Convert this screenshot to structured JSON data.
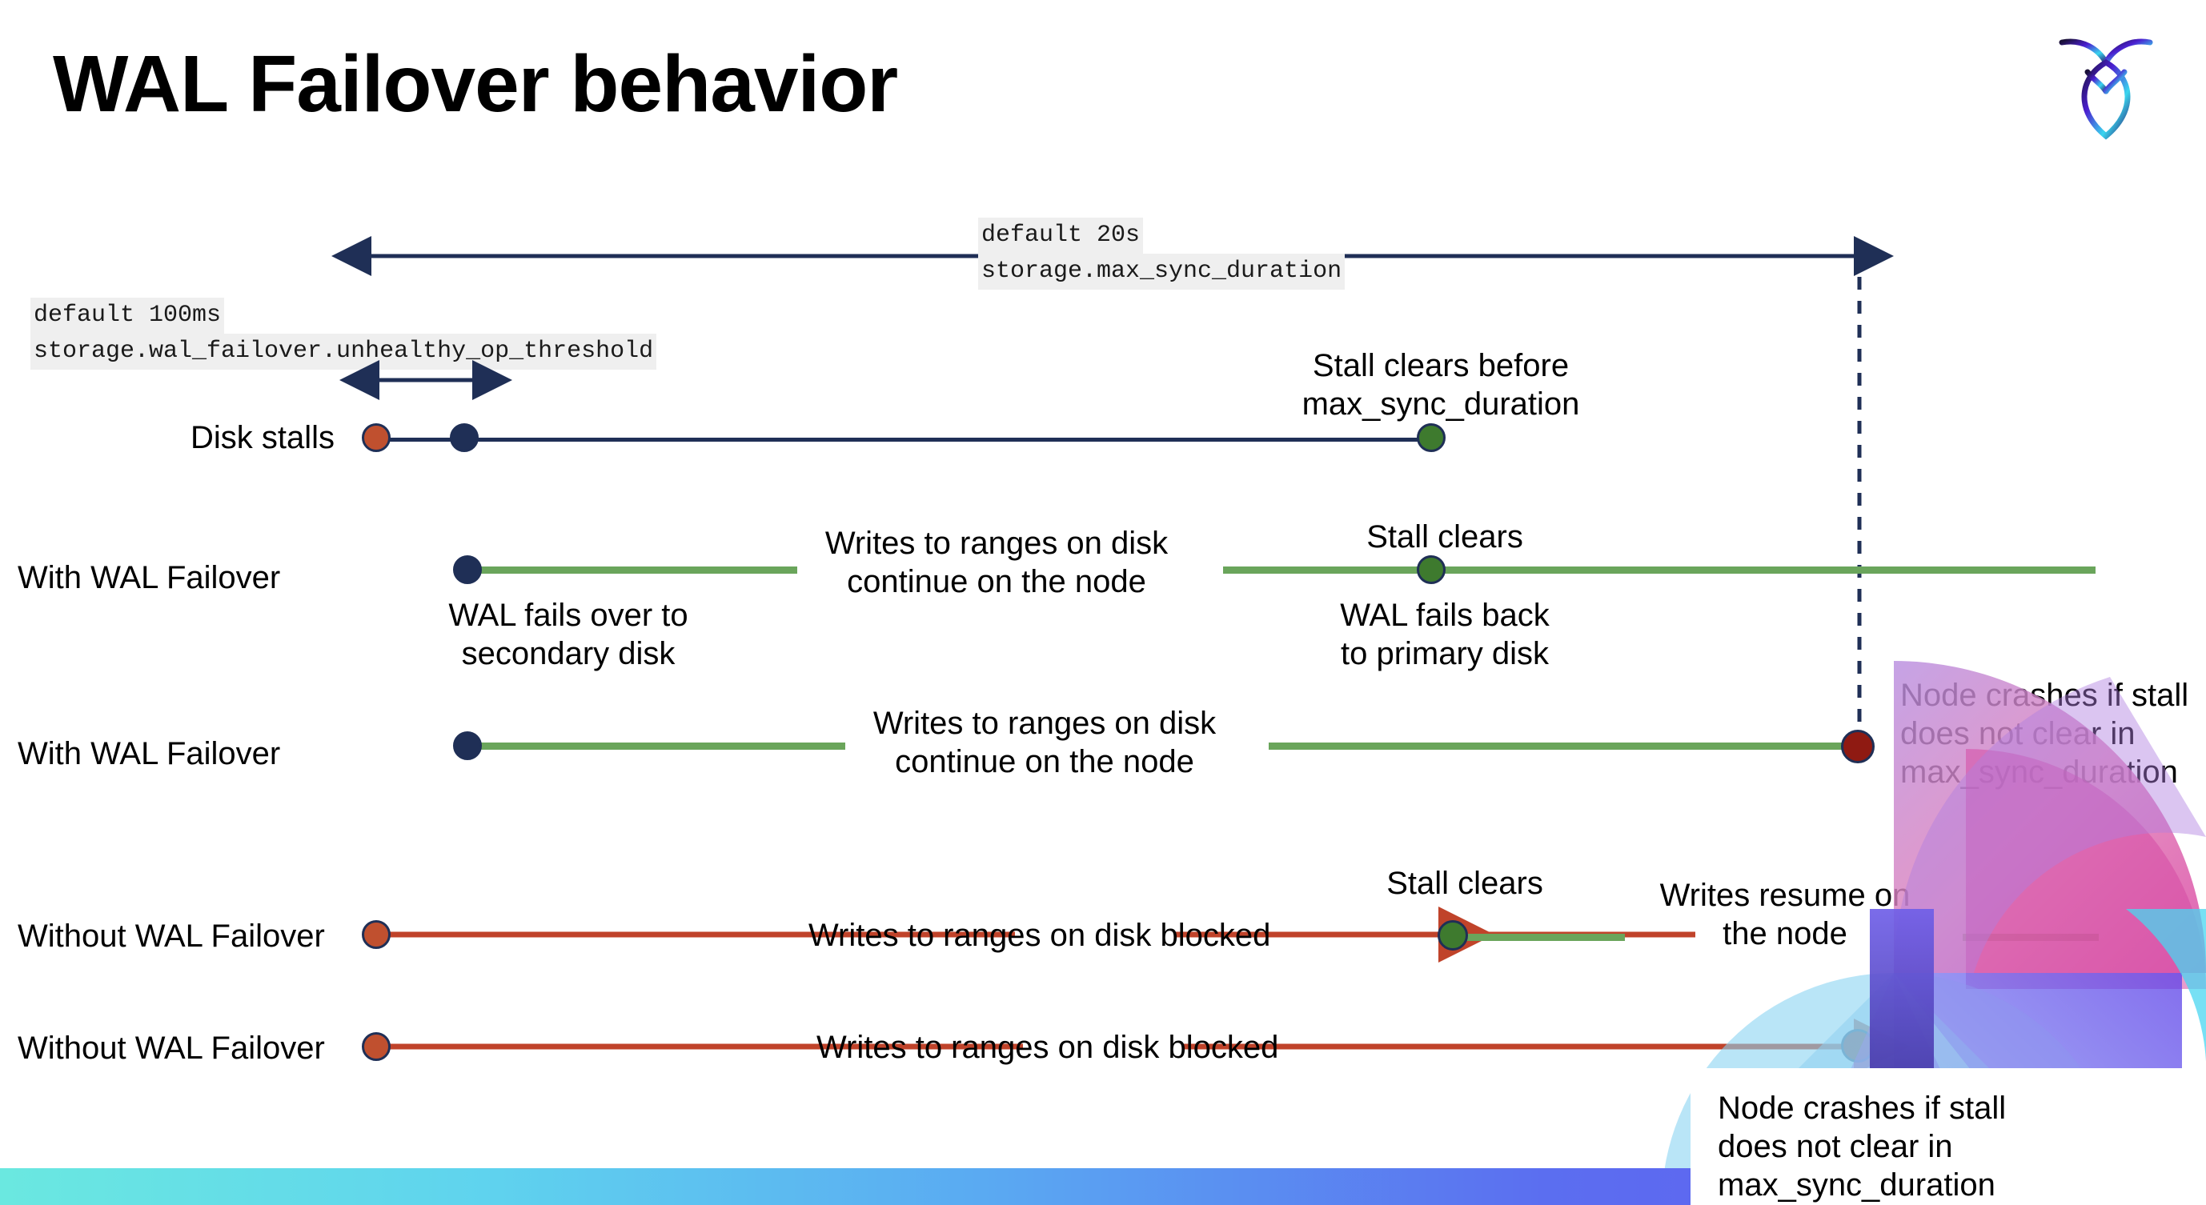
{
  "slide": {
    "title": "WAL Failover behavior",
    "logo_name": "cockroachdb-logo"
  },
  "settings": {
    "max_sync_duration": {
      "default_line": "default 20s",
      "name_line": "storage.max_sync_duration"
    },
    "unhealthy_op_threshold": {
      "default_line": "default 100ms",
      "name_line": "storage.wal_failover.unhealthy_op_threshold"
    }
  },
  "rows": [
    {
      "id": "disk-stalls",
      "label": "Disk stalls",
      "annotation": "Stall clears before\nmax_sync_duration"
    },
    {
      "id": "with-wal-failover-recovers",
      "label": "With WAL Failover",
      "annotation_start": "WAL fails over to\nsecondary disk",
      "annotation_mid": "Writes to ranges on disk\ncontinue on the node",
      "annotation_clear": "Stall clears",
      "annotation_end": "WAL fails  back\nto primary disk"
    },
    {
      "id": "with-wal-failover-crashes",
      "label": "With WAL Failover",
      "annotation_mid": "Writes to ranges on disk\ncontinue on the node",
      "annotation_crash": "Node crashes if stall\ndoes not clear in\nmax_sync_duration"
    },
    {
      "id": "without-wal-failover-recovers",
      "label": "Without WAL Failover",
      "annotation_mid": "Writes to ranges on disk  blocked",
      "annotation_clear": "Stall clears",
      "annotation_resume": "Writes resume on\nthe node"
    },
    {
      "id": "without-wal-failover-crashes",
      "label": "Without WAL Failover",
      "annotation_mid": "Writes to ranges on disk  blocked",
      "annotation_crash": "Node crashes if stall\ndoes not clear in\nmax_sync_duration"
    }
  ],
  "colors": {
    "navy": "#1f2f56",
    "green_line": "#6aa55b",
    "rust_line": "#c0432a",
    "dot_rust": "#c0502f",
    "dot_green": "#3e7a2e",
    "dot_dark_red": "#8f1a12",
    "code_bg": "#efefef",
    "band_start": "#6ae8e0",
    "band_end": "#6456ef"
  }
}
